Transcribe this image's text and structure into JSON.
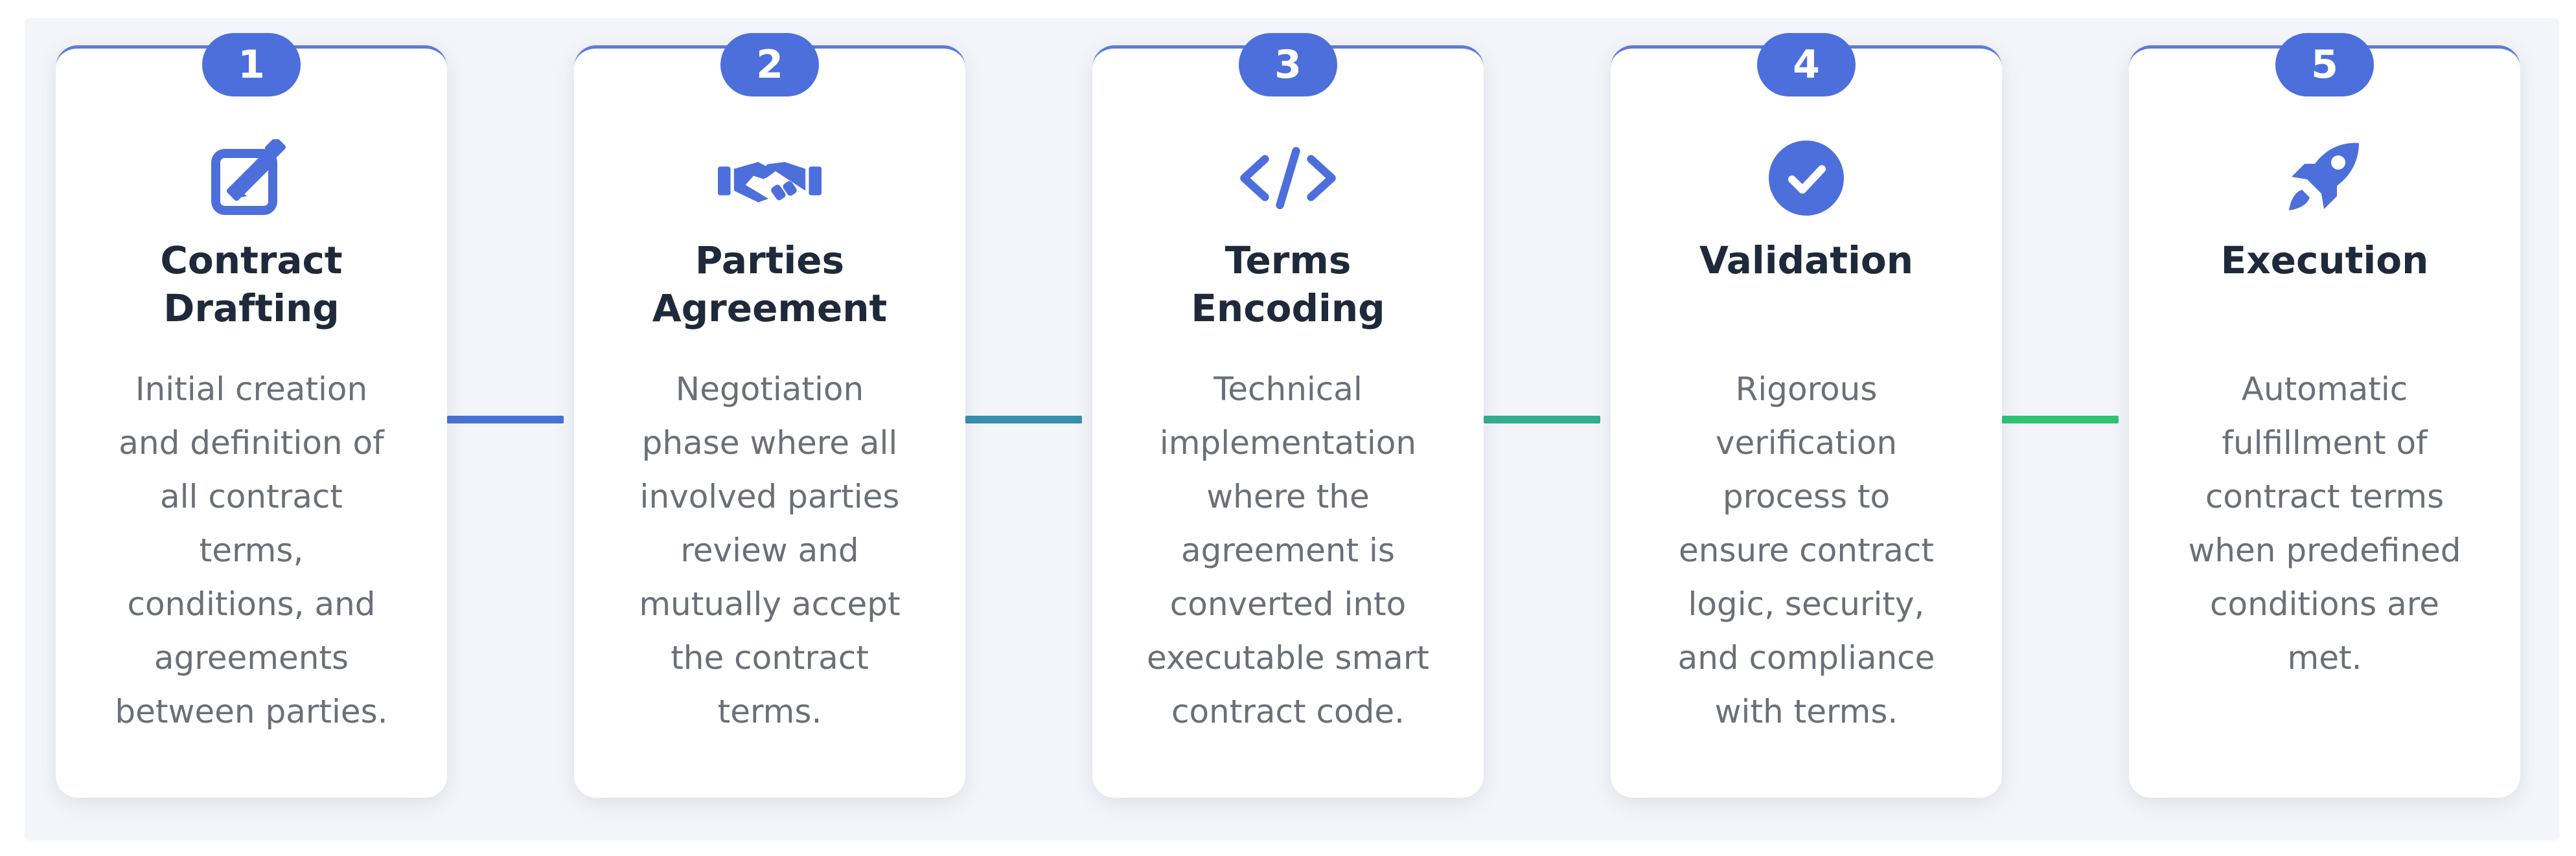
{
  "steps": [
    {
      "number": "1",
      "icon": "edit-icon",
      "title": "Contract\nDrafting",
      "description": "Initial creation\nand definition of\nall contract\nterms,\nconditions, and\nagreements\nbetween parties."
    },
    {
      "number": "2",
      "icon": "handshake-icon",
      "title": "Parties\nAgreement",
      "description": "Negotiation\nphase where all\ninvolved parties\nreview and\nmutually accept\nthe contract\nterms."
    },
    {
      "number": "3",
      "icon": "code-icon",
      "title": "Terms\nEncoding",
      "description": "Technical\nimplementation\nwhere the\nagreement is\nconverted into\nexecutable smart\ncontract code."
    },
    {
      "number": "4",
      "icon": "check-circle-icon",
      "title": "Validation",
      "description": "Rigorous\nverification\nprocess to\nensure contract\nlogic, security,\nand compliance\nwith terms."
    },
    {
      "number": "5",
      "icon": "rocket-icon",
      "title": "Execution",
      "description": "Automatic\nfulfillment of\ncontract terms\nwhen predefined\nconditions are\nmet."
    }
  ],
  "colors": {
    "accent": "#4d6fdc",
    "connectors": [
      "#4a72d4",
      "#3a8fb0",
      "#35ad91",
      "#2fc476"
    ],
    "title": "#1e2a3b",
    "text": "#6b6f7a"
  }
}
